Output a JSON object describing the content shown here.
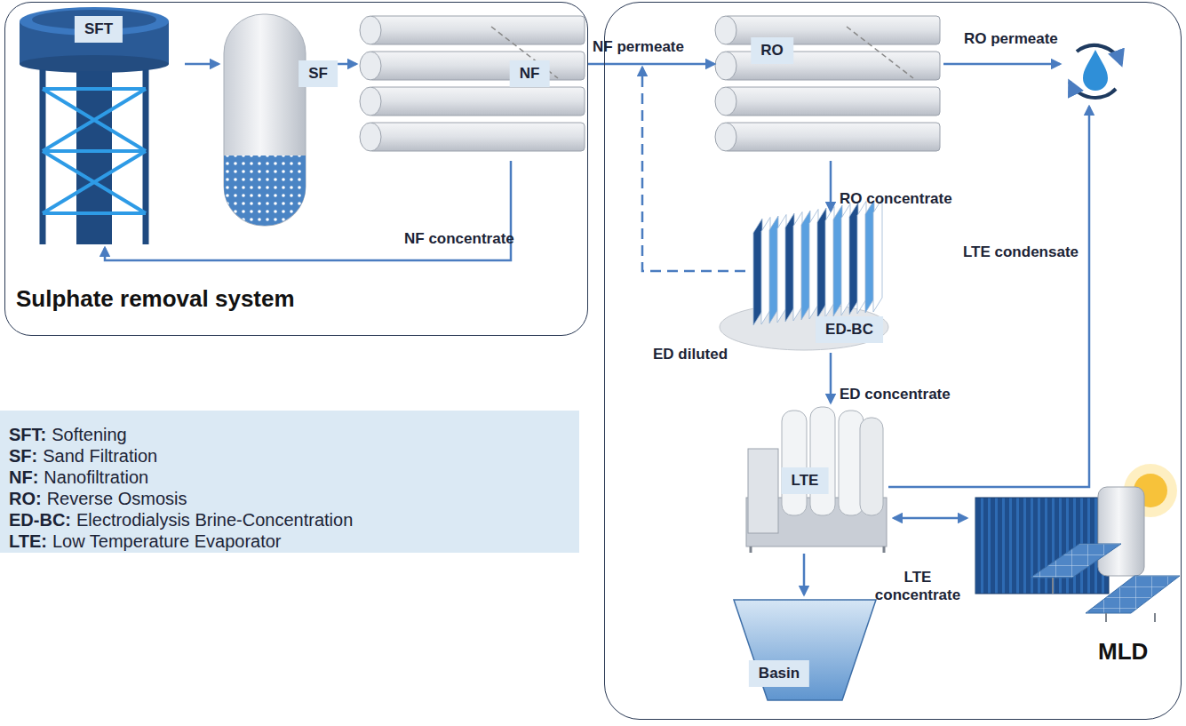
{
  "diagram": {
    "nodes": [
      {
        "text": [
          "Sulphate removal system"
        ]
      },
      {
        "text": [
          "SFT"
        ],
        "in": 0
      },
      {
        "text": [
          "SF"
        ],
        "in": 0
      },
      {
        "text": [
          "NF"
        ],
        "in": 0
      },
      {
        "text": [
          "MLD"
        ]
      },
      {
        "text": [
          "RO"
        ],
        "in": 4
      },
      {
        "text": [
          "ED-BC"
        ],
        "in": 4
      },
      {
        "text": [
          "LTE"
        ],
        "in": 4
      },
      {
        "text": [
          "Basin"
        ],
        "in": 4
      }
    ],
    "edges": [
      {
        "from": 1,
        "to": 2,
        "arrow": "to"
      },
      {
        "from": 2,
        "to": 3,
        "arrow": "to"
      },
      {
        "from": 3,
        "to": 5,
        "label": "NF permeate",
        "arrow": "to"
      },
      {
        "from": 3,
        "to": 1,
        "label": "NF concentrate",
        "arrow": "to"
      },
      {
        "from": 5,
        "to": 6,
        "label": "RO concentrate",
        "arrow": "to"
      },
      {
        "from": 6,
        "to": 5,
        "label": "ED diluted",
        "arrow": "to"
      },
      {
        "from": 6,
        "to": 7,
        "label": "ED concentrate",
        "arrow": "to"
      },
      {
        "from": 7,
        "to": 8,
        "label": "LTE concentrate",
        "arrow": "to"
      }
    ],
    "labels": [
      "RO permeate",
      "LTE condensate",
      "SFT:",
      "Softening",
      "SF:",
      "Sand Filtration",
      "NF:",
      "Nanofiltration",
      "RO:",
      "Reverse Osmosis",
      "ED-BC:",
      "Electrodialysis Brine-Concentration",
      "LTE:",
      "Low Temperature Evaporator"
    ]
  }
}
